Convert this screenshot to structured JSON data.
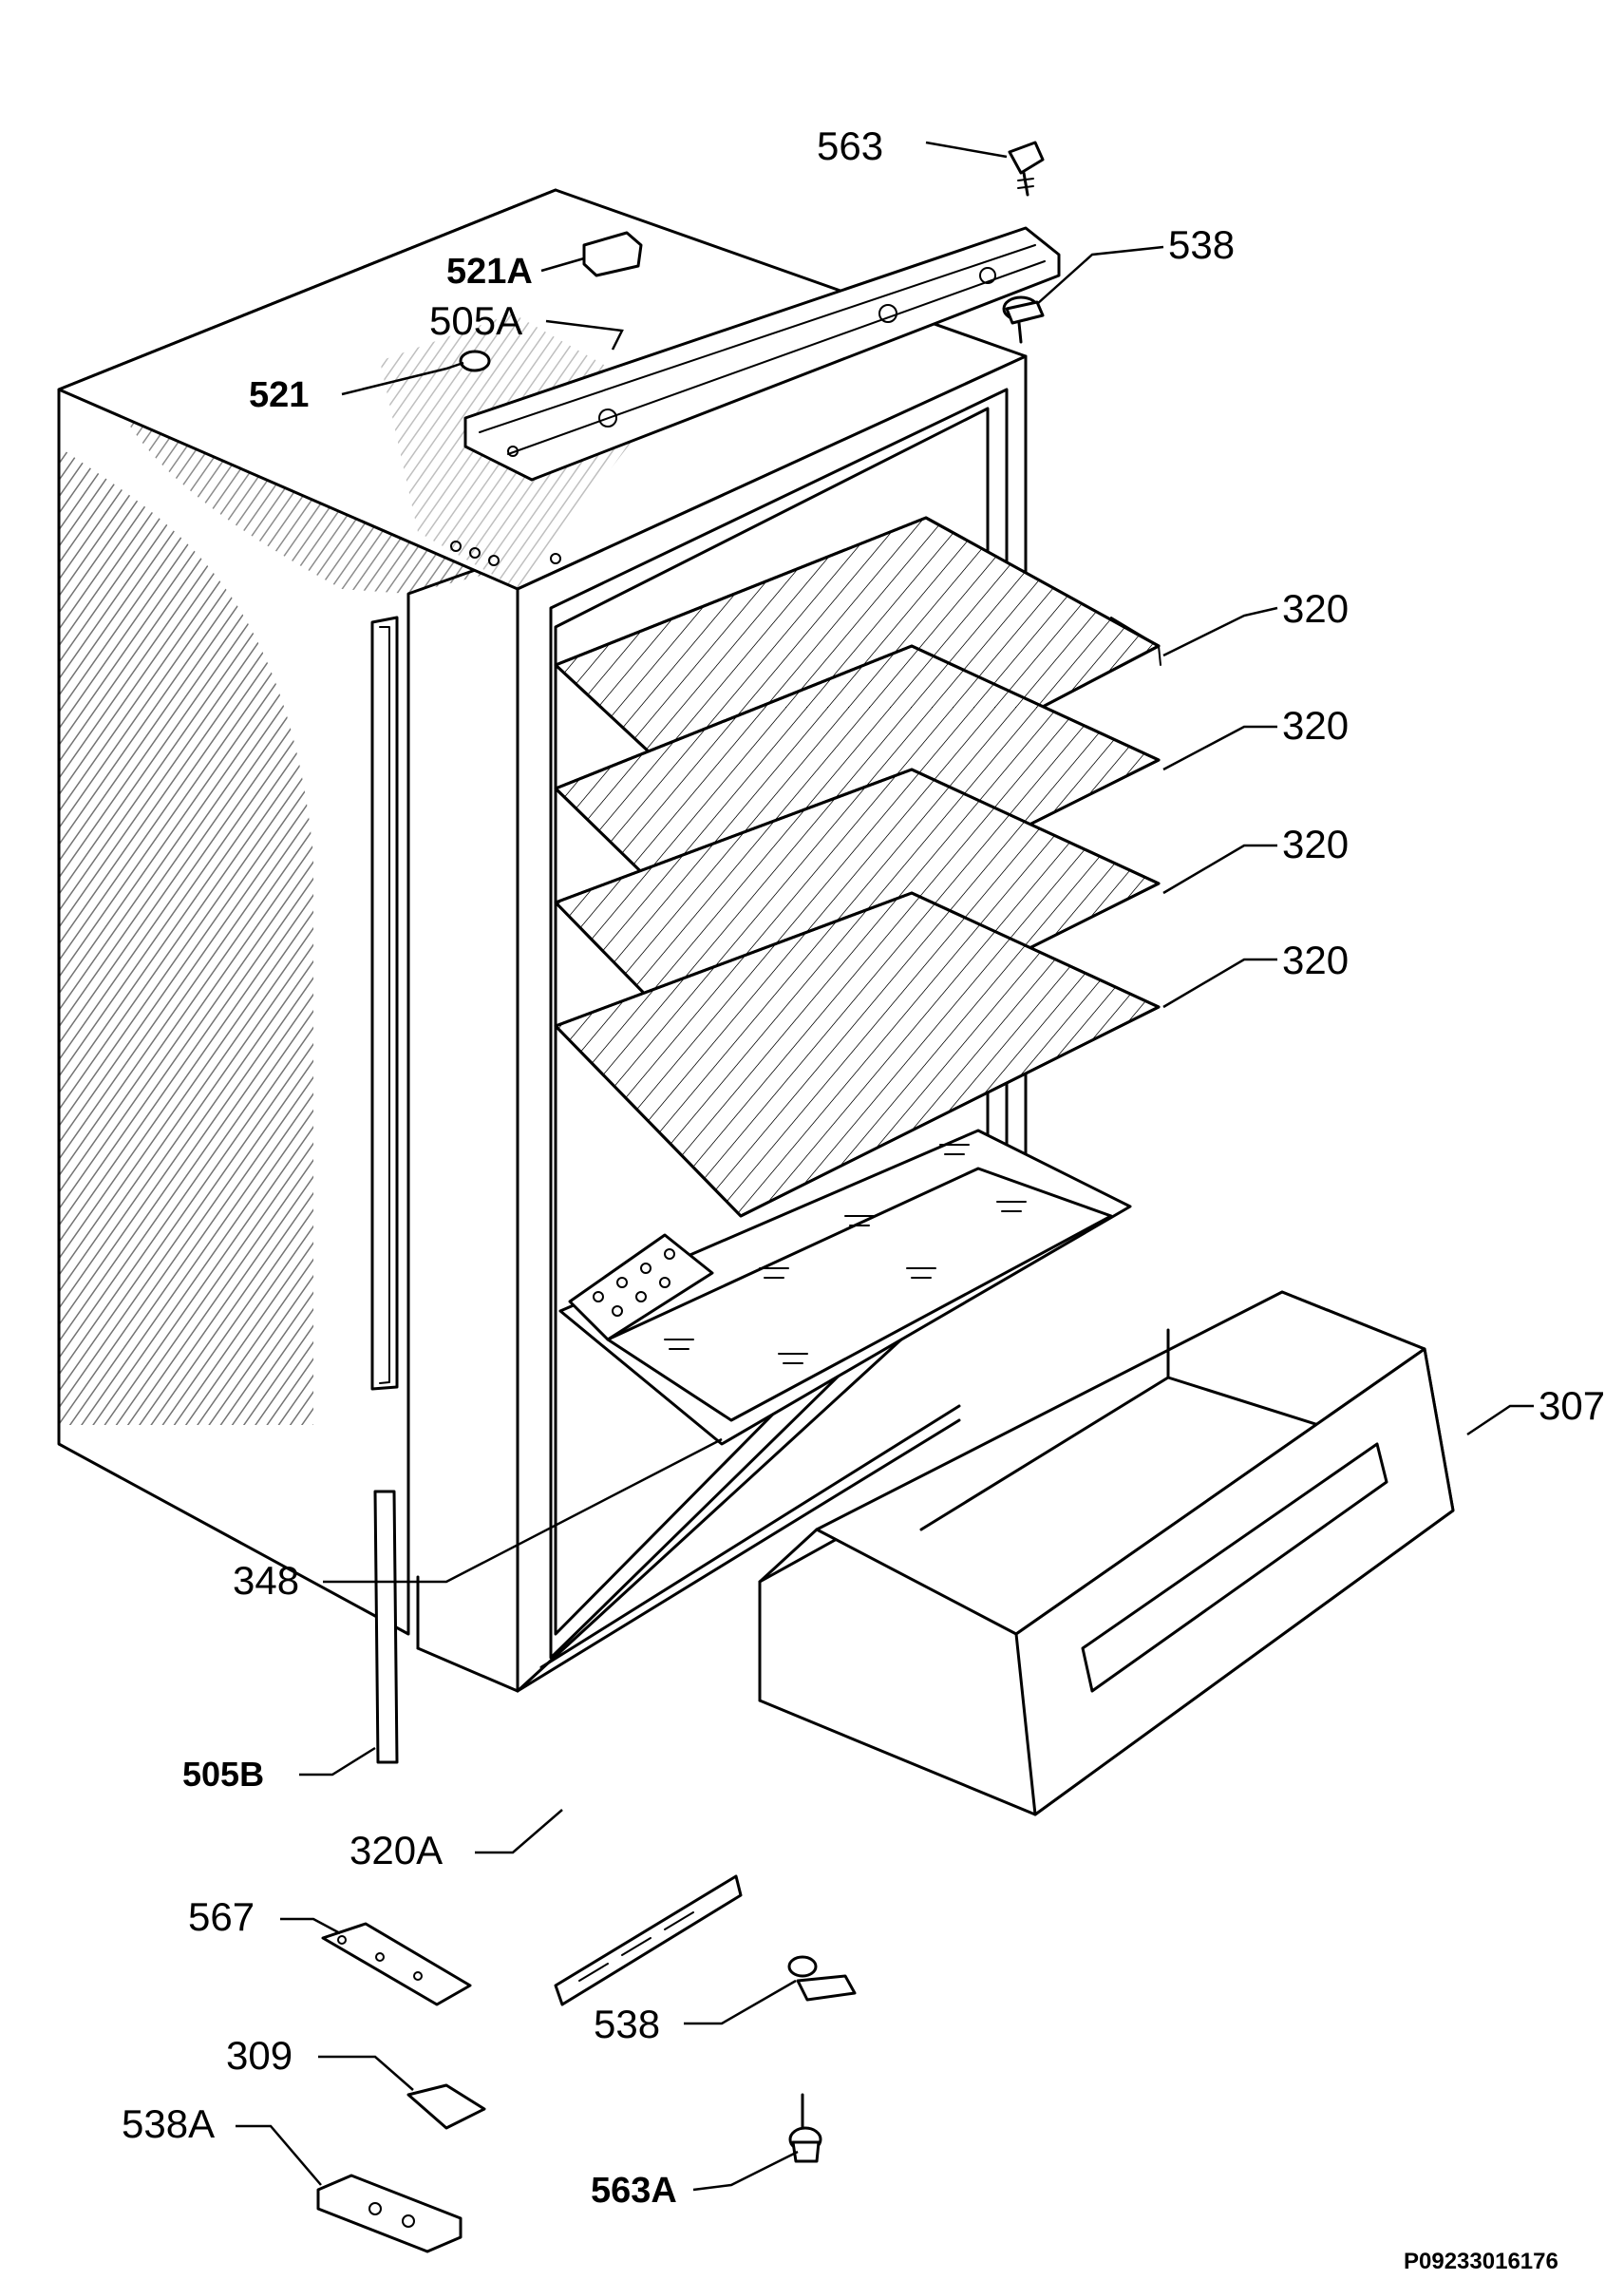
{
  "diagram": {
    "reference_code": "P09233016176",
    "part_labels": {
      "p563": "563",
      "p538_top": "538",
      "p521a": "521A",
      "p505a": "505A",
      "p521": "521",
      "p320_1": "320",
      "p320_2": "320",
      "p320_3": "320",
      "p320_4": "320",
      "p307": "307",
      "p348": "348",
      "p505b": "505B",
      "p320a": "320A",
      "p567": "567",
      "p538_bottom": "538",
      "p309": "309",
      "p538a": "538A",
      "p563a": "563A"
    }
  }
}
